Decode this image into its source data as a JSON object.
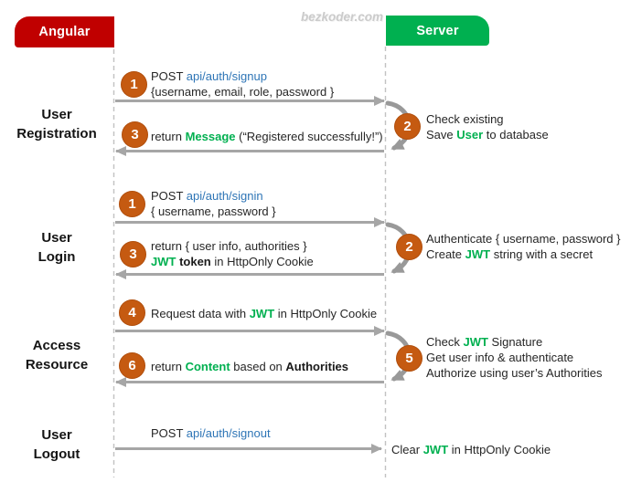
{
  "watermark": "bezkoder.com",
  "actors": {
    "left": {
      "label": "Angular",
      "color": "#c00000"
    },
    "right": {
      "label": "Server",
      "color": "#00b050"
    }
  },
  "colors": {
    "badge_orange": "#c55a11",
    "link_blue": "#2e75b6",
    "keyword_green": "#00b050",
    "arrow_gray": "#a6a6a6",
    "lifeline_gray": "#c2c2c2"
  },
  "sections": [
    {
      "lines": [
        "User",
        "Registration"
      ]
    },
    {
      "lines": [
        "User",
        "Login"
      ]
    },
    {
      "lines": [
        "Access",
        "Resource"
      ]
    },
    {
      "lines": [
        "User",
        "Logout"
      ]
    }
  ],
  "steps": [
    "1",
    "3",
    "2",
    "1",
    "3",
    "2",
    "4",
    "6",
    "5"
  ],
  "msg": {
    "signup_l1": [
      {
        "t": "POST ",
        "s": "n"
      },
      {
        "t": "api/auth/signup",
        "s": "link"
      }
    ],
    "signup_l2": [
      {
        "t": "{username, email, role, password }",
        "s": "n"
      }
    ],
    "signup_ret": [
      {
        "t": "return ",
        "s": "n"
      },
      {
        "t": "Message",
        "s": "green"
      },
      {
        "t": " (“Registered successfully!”)",
        "s": "n"
      }
    ],
    "srv_reg1": [
      {
        "t": "Check existing",
        "s": "n"
      }
    ],
    "srv_reg2": [
      {
        "t": "Save ",
        "s": "n"
      },
      {
        "t": "User",
        "s": "green"
      },
      {
        "t": " to database",
        "s": "n"
      }
    ],
    "signin_l1": [
      {
        "t": "POST ",
        "s": "n"
      },
      {
        "t": "api/auth/signin",
        "s": "link"
      }
    ],
    "signin_l2": [
      {
        "t": "{ username, password }",
        "s": "n"
      }
    ],
    "signin_ret1": [
      {
        "t": "return { user info, authorities }",
        "s": "n"
      }
    ],
    "signin_ret2": [
      {
        "t": "JWT",
        "s": "green"
      },
      {
        "t": " ",
        "s": "n"
      },
      {
        "t": "token",
        "s": "bold"
      },
      {
        "t": " in HttpOnly Cookie",
        "s": "n"
      }
    ],
    "srv_login1": [
      {
        "t": "Authenticate { username, password }",
        "s": "n"
      }
    ],
    "srv_login2": [
      {
        "t": "Create ",
        "s": "n"
      },
      {
        "t": "JWT",
        "s": "green"
      },
      {
        "t": " string with a secret",
        "s": "n"
      }
    ],
    "req_data": [
      {
        "t": "Request data with ",
        "s": "n"
      },
      {
        "t": "JWT",
        "s": "green"
      },
      {
        "t": " in HttpOnly Cookie",
        "s": "n"
      }
    ],
    "ret_content": [
      {
        "t": "return ",
        "s": "n"
      },
      {
        "t": "Content",
        "s": "green"
      },
      {
        "t": " based on ",
        "s": "n"
      },
      {
        "t": "Authorities",
        "s": "bold"
      }
    ],
    "srv_acc1": [
      {
        "t": "Check ",
        "s": "n"
      },
      {
        "t": "JWT",
        "s": "green"
      },
      {
        "t": " Signature",
        "s": "n"
      }
    ],
    "srv_acc2": [
      {
        "t": "Get user info & authenticate",
        "s": "n"
      }
    ],
    "srv_acc3": [
      {
        "t": "Authorize using user’s Authorities",
        "s": "n"
      }
    ],
    "signout": [
      {
        "t": "POST ",
        "s": "n"
      },
      {
        "t": "api/auth/signout",
        "s": "link"
      }
    ],
    "srv_out": [
      {
        "t": "Clear ",
        "s": "n"
      },
      {
        "t": "JWT",
        "s": "green"
      },
      {
        "t": " in HttpOnly Cookie",
        "s": "n"
      }
    ]
  }
}
